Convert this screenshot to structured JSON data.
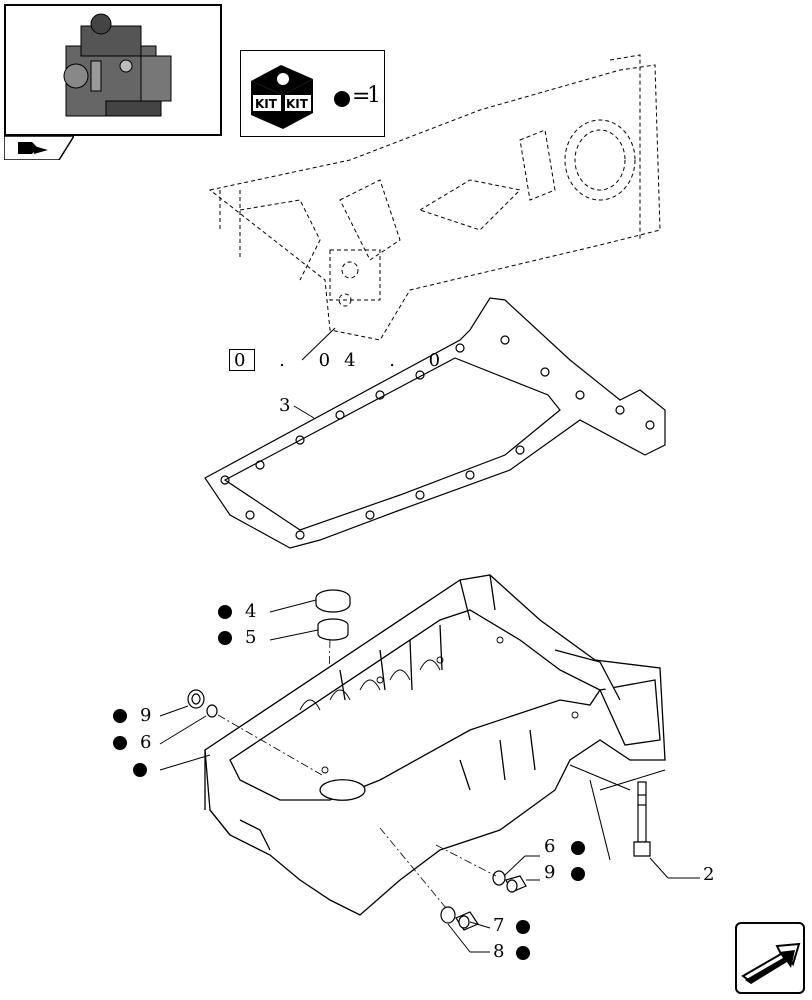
{
  "kit_legend": {
    "equals": "=",
    "value": "1",
    "kit_label_left": "KIT",
    "kit_label_right": "KIT"
  },
  "reference": {
    "text": "0 . 04 . 0"
  },
  "callouts": [
    {
      "id": "c3",
      "text": "3"
    },
    {
      "id": "c4",
      "text": "4"
    },
    {
      "id": "c5",
      "text": "5"
    },
    {
      "id": "c9a",
      "text": "9"
    },
    {
      "id": "c6a",
      "text": "6"
    },
    {
      "id": "c2",
      "text": "2"
    },
    {
      "id": "c6b",
      "text": "6"
    },
    {
      "id": "c9b",
      "text": "9"
    },
    {
      "id": "c7",
      "text": "7"
    },
    {
      "id": "c8",
      "text": "8"
    }
  ],
  "icons": {
    "thumbnail": "engine-thumbnail-icon",
    "thumb_tab": "book-icon",
    "kit": "kit-box-icon",
    "nav": "next-page-arrow-icon",
    "kit_dot": "kit-bullet-icon"
  },
  "colors": {
    "line": "#000000",
    "background": "#ffffff"
  }
}
